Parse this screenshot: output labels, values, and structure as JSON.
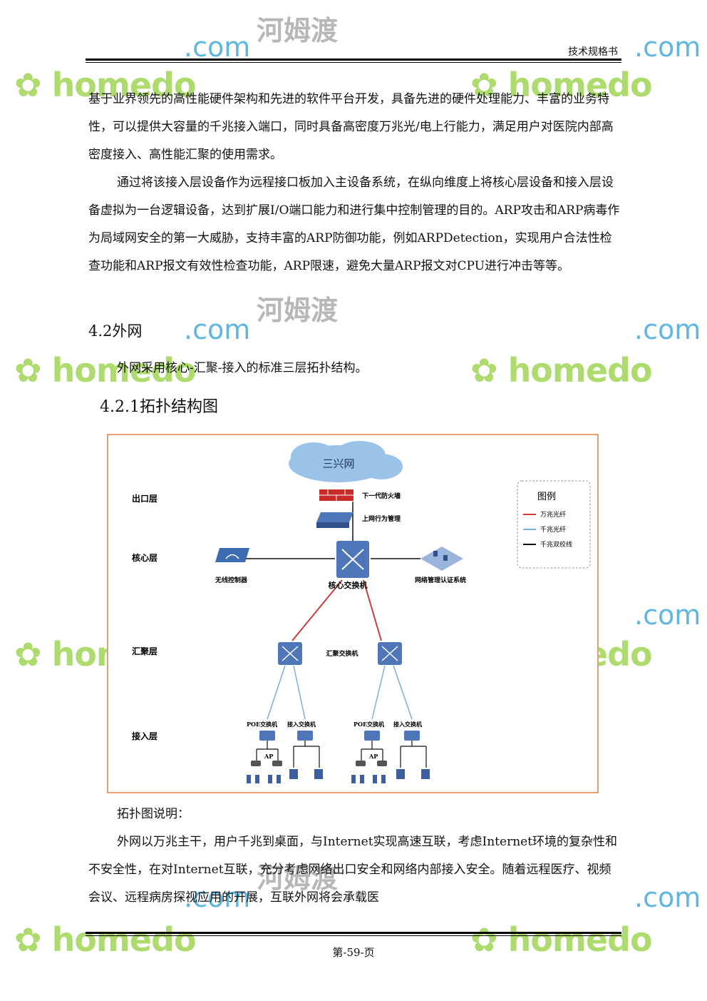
{
  "header": {
    "title": "技术规格书"
  },
  "paragraphs": [
    "基于业界领先的高性能硬件架构和先进的软件平台开发，具备先进的硬件处理能力、丰富的业务特性，可以提供大容量的千兆接入端口，同时具备高密度万兆光/电上行能力，满足用户对医院内部高密度接入、高性能汇聚的使用需求。",
    "通过将该接入层设备作为远程接口板加入主设备系统，在纵向维度上将核心层设备和接入层设备虚拟为一台逻辑设备，达到扩展I/O端口能力和进行集中控制管理的目的。ARP攻击和ARP病毒作为局域网安全的第一大威胁，支持丰富的ARP防御功能，例如ARPDetection，实现用户合法性检查功能和ARP报文有效性检查功能，ARP限速，避免大量ARP报文对CPU进行冲击等等。"
  ],
  "section_42": {
    "title": "4.2外网",
    "text": "外网采用核心-汇聚-接入的标准三层拓扑结构。"
  },
  "section_421": {
    "title": "4.2.1拓扑结构图"
  },
  "diagram": {
    "cloud": "三兴网",
    "layers": {
      "exit": "出口层",
      "core": "核心层",
      "aggregation": "汇聚层",
      "access": "接入层"
    },
    "devices": {
      "firewall": "下一代防火墙",
      "behavior_mgmt": "上网行为管理",
      "wireless_controller": "无线控制器",
      "core_switch": "核心交换机",
      "nms": "网络管理认证系统",
      "agg_switch": "汇聚交换机",
      "poe_switch": "POE交换机",
      "access_switch": "接入交换机",
      "ap": "AP"
    },
    "legend": {
      "title": "图例",
      "items": [
        {
          "label": "万兆光纤",
          "color": "#d43a3a"
        },
        {
          "label": "千兆光纤",
          "color": "#7ab0d6"
        },
        {
          "label": "千兆双绞线",
          "color": "#111111"
        }
      ]
    }
  },
  "caption_title": "拓扑图说明：",
  "caption_text": "外网以万兆主干，用户千兆到桌面，与Internet实现高速互联，考虑Internet环境的复杂性和不安全性，在对Internet互联，充分考虑网络出口安全和网络内部接入安全。随着远程医疗、视频会议、远程病房探视应用的开展，互联外网将会承载医",
  "footer": {
    "page": "第-59-页"
  },
  "watermark": {
    "brand": "homedo",
    "domain": ".com",
    "cn": "河姆渡"
  }
}
